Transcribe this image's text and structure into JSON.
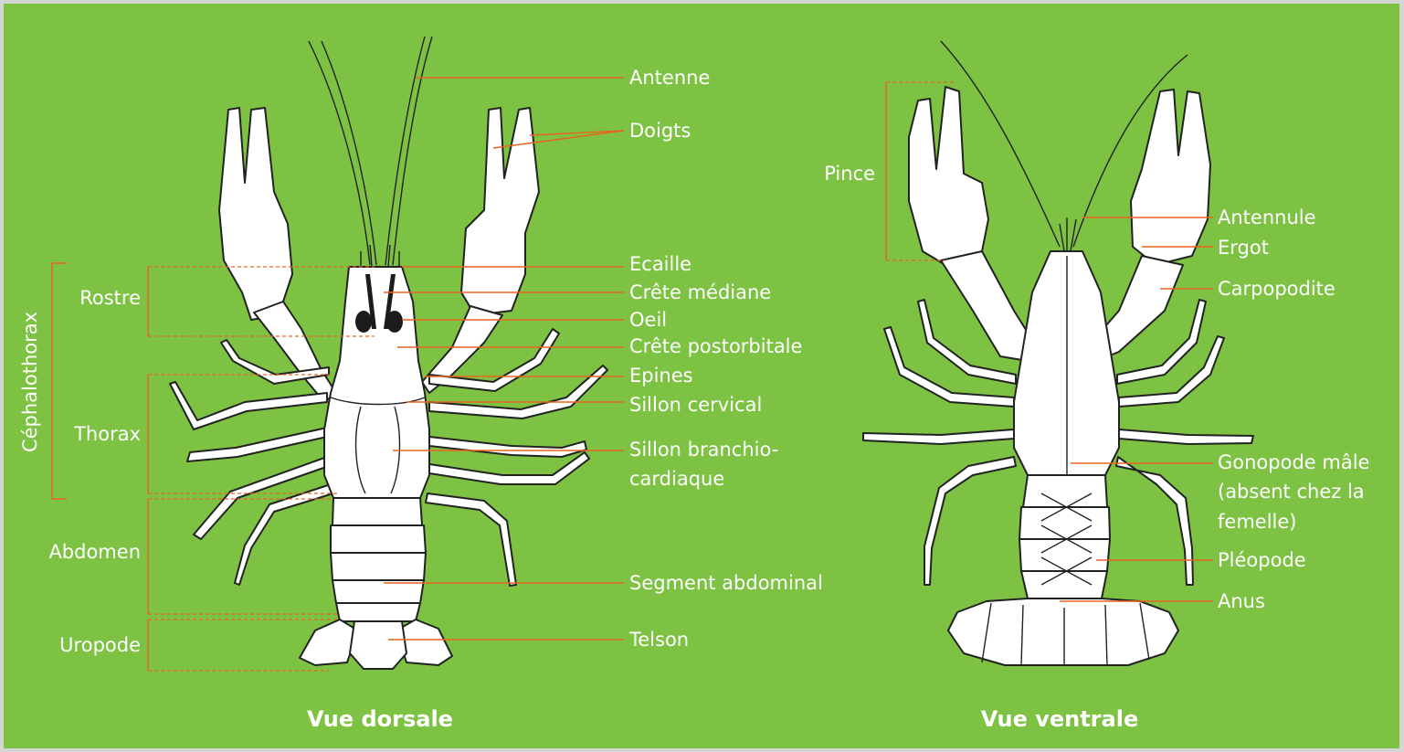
{
  "colors": {
    "background": "#7dc242",
    "leader": "#e8641e",
    "text": "#ffffff"
  },
  "dorsal": {
    "caption": "Vue dorsale",
    "regions": {
      "cephalothorax": "Céphalothorax",
      "rostre": "Rostre",
      "thorax": "Thorax",
      "abdomen": "Abdomen",
      "uropode": "Uropode"
    },
    "labels": {
      "antenne": "Antenne",
      "doigts": "Doigts",
      "ecaille": "Ecaille",
      "crete_mediane": "Crête médiane",
      "oeil": "Oeil",
      "crete_postorbitale": "Crête postorbitale",
      "epines": "Epines",
      "sillon_cervical": "Sillon cervical",
      "sillon_branchio_1": "Sillon branchio-",
      "sillon_branchio_2": "cardiaque",
      "segment_abdominal": "Segment abdominal",
      "telson": "Telson"
    }
  },
  "ventral": {
    "caption": "Vue ventrale",
    "labels": {
      "pince": "Pince",
      "antennule": "Antennule",
      "ergot": "Ergot",
      "carpopodite": "Carpopodite",
      "gonopode_1": "Gonopode mâle",
      "gonopode_2": "(absent chez la",
      "gonopode_3": "femelle)",
      "pleopode": "Pléopode",
      "anus": "Anus"
    }
  }
}
